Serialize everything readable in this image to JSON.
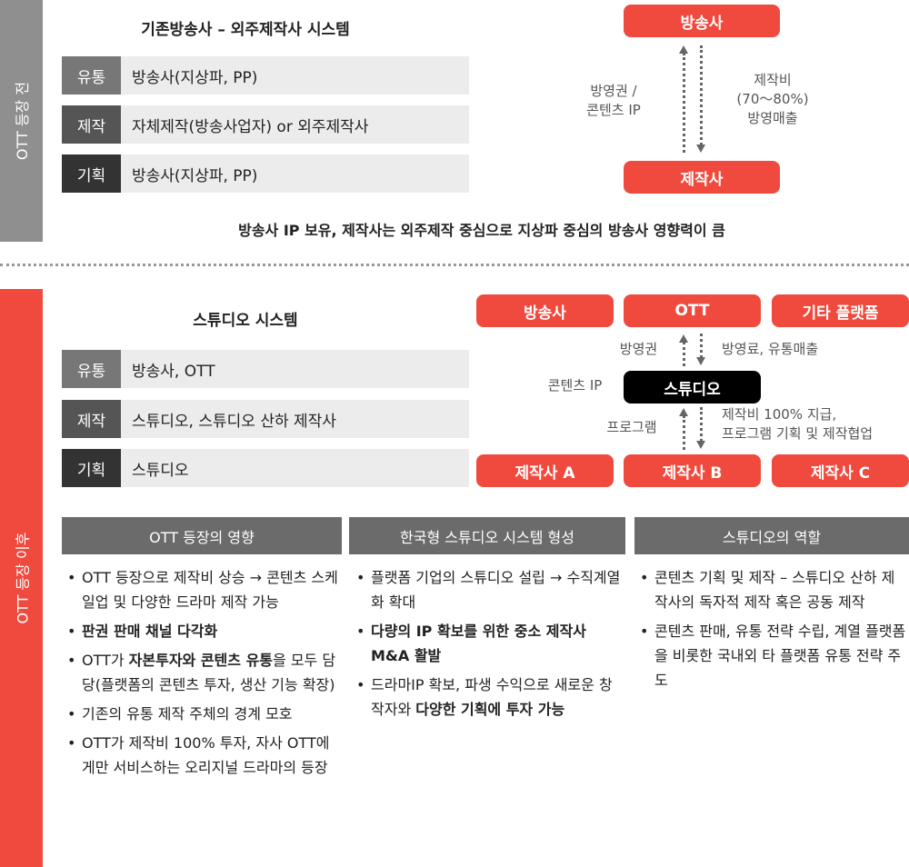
{
  "before": {
    "band": "OTT 등장 전",
    "title": "기존방송사 – 외주제작사 시스템",
    "rows": [
      {
        "label": "유통",
        "value": "방송사(지상파, PP)"
      },
      {
        "label": "제작",
        "value": "자체제작(방송사업자) or 외주제작사"
      },
      {
        "label": "기획",
        "value": "방송사(지상파, PP)"
      }
    ],
    "top_box": "방송사",
    "bottom_box": "제작사",
    "left_note": [
      "방영권 /",
      "콘텐츠 IP"
    ],
    "right_note": [
      "제작비",
      "(70～80%)",
      "방영매출"
    ],
    "caption": "방송사 IP 보유, 제작사는 외주제작 중심으로 지상파 중심의 방송사 영향력이 큼"
  },
  "after": {
    "band": "OTT 등장 이후",
    "title": "스튜디오 시스템",
    "rows": [
      {
        "label": "유통",
        "value": "방송사, OTT"
      },
      {
        "label": "제작",
        "value": "스튜디오, 스튜디오 산하 제작사"
      },
      {
        "label": "기획",
        "value": "스튜디오"
      }
    ],
    "top_boxes": [
      "방송사",
      "OTT",
      "기타 플랫폼"
    ],
    "studio": "스튜디오",
    "bottom_boxes": [
      "제작사 A",
      "제작사 B",
      "제작사 C"
    ],
    "notes": {
      "up_left": "방영권",
      "up_right": "방영료, 유통매출",
      "ip": "콘텐츠 IP",
      "down_left": "프로그램",
      "down_right": [
        "제작비 100% 지급,",
        "프로그램 기획 및 제작협업"
      ]
    }
  },
  "columns": [
    {
      "header": "OTT 등장의 영향",
      "items": [
        [
          {
            "t": "OTT 등장으로 제작비 상승 → 콘텐츠 스케일업 및 다양한 드라마 제작 가능"
          }
        ],
        [
          {
            "t": "판권 판매 채널 다각화",
            "b": true
          }
        ],
        [
          {
            "t": "OTT가 "
          },
          {
            "t": "자본투자와 콘텐츠 유통",
            "b": true
          },
          {
            "t": "을 모두 담당(플랫폼의 콘텐츠 투자, 생산 기능 확장)"
          }
        ],
        [
          {
            "t": "기존의 유통 제작 주체의 경계 모호"
          }
        ],
        [
          {
            "t": "OTT가 제작비 100% 투자, 자사 OTT에게만 서비스하는 오리지널 드라마의 등장"
          }
        ]
      ]
    },
    {
      "header": "한국형 스튜디오 시스템 형성",
      "items": [
        [
          {
            "t": "플랫폼 기업의 스튜디오 설립 → 수직계열화 확대"
          }
        ],
        [
          {
            "t": "다량의 IP 확보를 위한 중소 제작사 M&A 활발",
            "b": true
          }
        ],
        [
          {
            "t": "드라마IP 확보, 파생 수익으로 새로운 창작자와 "
          },
          {
            "t": "다양한 기획에 투자 가능",
            "b": true
          }
        ]
      ]
    },
    {
      "header": "스튜디오의 역할",
      "items": [
        [
          {
            "t": "콘텐츠 기획 및 제작 – 스튜디오 산하 제작사의 독자적 제작 혹은 공동 제작"
          }
        ],
        [
          {
            "t": "콘텐츠 판매, 유통 전략 수립, 계열 플랫폼을 비롯한 국내외 타 플랫폼 유통 전략 주도"
          }
        ]
      ]
    }
  ],
  "colors": {
    "red": "#f04a3e",
    "grey_band": "#8f8f8f",
    "label1": "#777777",
    "label2": "#555555",
    "label3": "#333333"
  }
}
